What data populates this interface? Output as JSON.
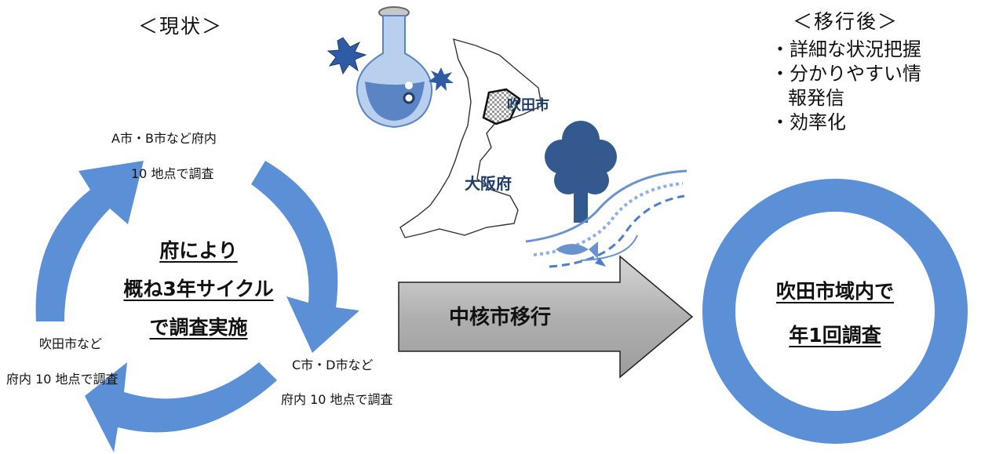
{
  "current": {
    "heading": "＜現状＞",
    "center_lines": [
      "府により",
      "概ね3年サイクル",
      "で調査実施"
    ],
    "group_top": [
      "A市・B市など府内",
      "10 地点で調査"
    ],
    "group_right": [
      "C市・D市など",
      "府内 10 地点で調査"
    ],
    "group_left": [
      "吹田市など",
      "府内 10 地点で調査"
    ]
  },
  "transition": {
    "label": "中核市移行"
  },
  "map": {
    "city_label": "吹田市",
    "prefecture_label": "大阪府"
  },
  "after": {
    "heading": "＜移行後＞",
    "bullets": [
      "・詳細な状況把握",
      "・分かりやすい情",
      "報発信",
      "・効率化"
    ],
    "center_lines": [
      "吹田市域内で",
      "年1回調査"
    ]
  },
  "colors": {
    "cycle_blue": "#5b8fd6",
    "ring_blue": "#5b8fd6",
    "arrow_gray": "#b5b5b5",
    "flask_blue": "#5a84c4",
    "tree_blue": "#33598f",
    "map_text": "#1f3d66"
  }
}
